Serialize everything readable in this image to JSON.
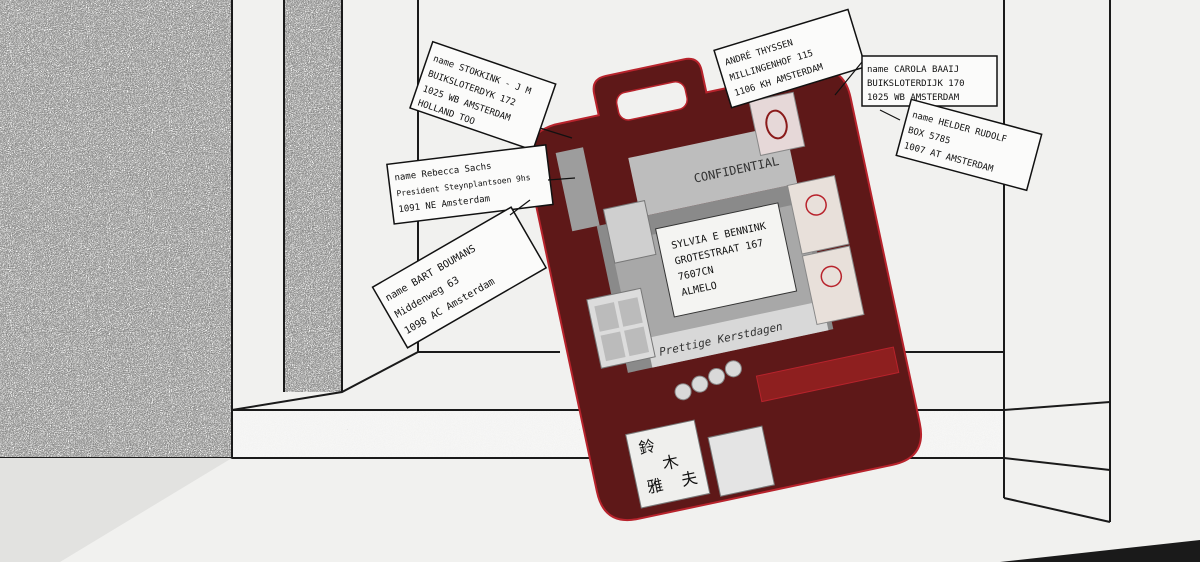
{
  "artwork": {
    "colors": {
      "paper": "#f1f1ef",
      "ink": "#1a1a1a",
      "bag": "#5e1818",
      "bag_edge": "#b8232c",
      "speckle_dark": "#1b1b1b",
      "speckle_light": "#e9e9e9"
    },
    "tags": [
      {
        "id": "stokkink",
        "lines": [
          "name  STOKKINK - J M",
          "BUIKSLOTERDYK 172",
          "1025 WB AMSTERDAM",
          "HOLLAND TOO"
        ]
      },
      {
        "id": "thyssen",
        "lines": [
          "ANDRÉ THYSSEN",
          "MILLINGENHOF 115",
          "1106 KH AMSTERDAM"
        ]
      },
      {
        "id": "baaij",
        "lines": [
          "name CAROLA BAAIJ",
          "BUIKSLOTERDIJK 170",
          "1025 WB AMSTERDAM"
        ]
      },
      {
        "id": "helder",
        "lines": [
          "name HELDER RUDOLF",
          "BOX 5785",
          "1007 AT AMSTERDAM"
        ]
      },
      {
        "id": "sachs",
        "lines": [
          "name Rebecca Sachs",
          "President Steynplantsoen 9hs",
          "1091 NE Amsterdam"
        ]
      },
      {
        "id": "boumans",
        "lines": [
          "name  BART BOUMANS",
          "Middenweg 63",
          "1098 AC Amsterdam"
        ]
      }
    ],
    "envelope_address": [
      "SYLVIA E BENNINK",
      "GROTESTRAAT 167",
      "7607CN",
      "ALMELO"
    ],
    "envelope_marks": {
      "confidential": "CONFIDENTIAL",
      "greeting": "Prettige Kerstdagen"
    },
    "stamp_script": [
      "鈴",
      "木",
      "雅",
      "夫"
    ]
  }
}
